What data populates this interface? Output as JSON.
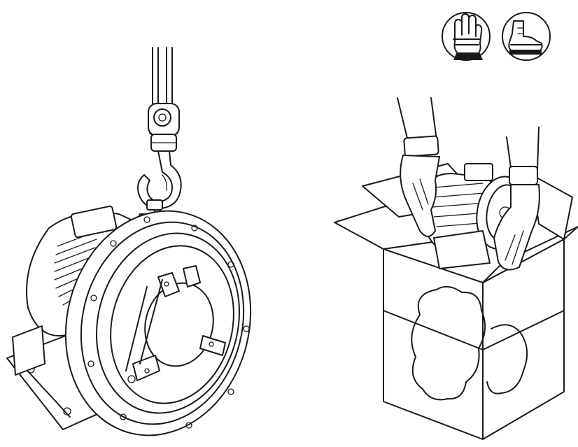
{
  "figures": [
    {
      "id": "left",
      "subject": "crane-hook-lifting-blower"
    },
    {
      "id": "right",
      "subject": "hands-unpacking-blower-from-box"
    }
  ],
  "ppe_symbols": [
    {
      "icon": "protective-gloves-icon"
    },
    {
      "icon": "safety-shoes-icon"
    }
  ],
  "colors": {
    "line": "#1a1a1a",
    "background": "#ffffff"
  }
}
